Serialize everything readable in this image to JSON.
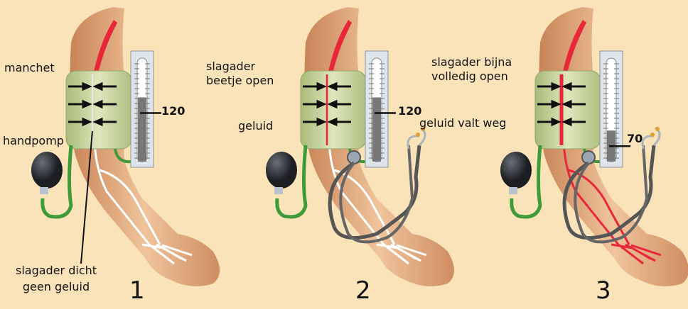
{
  "panels": [
    {
      "number": "1",
      "labels": [
        "manchet",
        "handpomp"
      ],
      "caption": [
        "slagader dicht",
        "geen geluid"
      ],
      "reading": "120",
      "pressure_fraction": 0.62,
      "artery": "closed",
      "stethoscope": false
    },
    {
      "number": "2",
      "labels": [
        "slagader",
        "beetje open",
        "geluid"
      ],
      "reading": "120",
      "pressure_fraction": 0.62,
      "artery": "slightly-open",
      "stethoscope": true
    },
    {
      "number": "3",
      "labels": [
        "slagader bijna",
        "volledig open",
        "geluid valt weg"
      ],
      "reading": "70",
      "pressure_fraction": 0.3,
      "artery": "open",
      "stethoscope": true
    }
  ],
  "colors": {
    "background": "#fbe3b9",
    "skin": "#e2a878",
    "cuff": "#c5d29a",
    "artery": "#e8283a",
    "tube": "#3f9a3a",
    "bulb": "#2a2d33"
  }
}
